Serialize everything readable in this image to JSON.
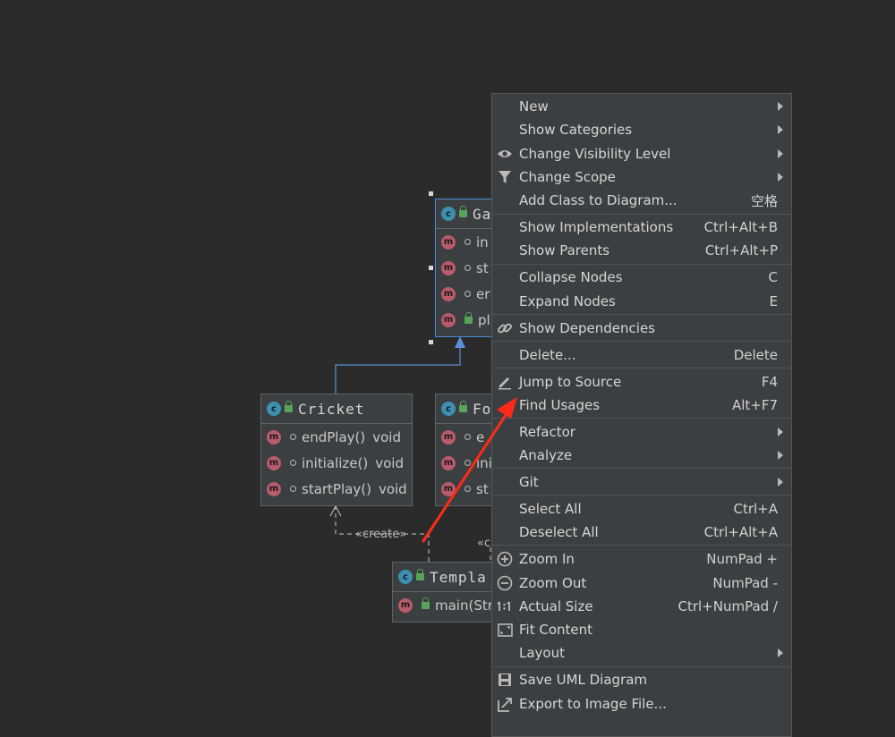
{
  "diagram": {
    "game": {
      "title": "Ga",
      "rows": [
        "in",
        "st",
        "er",
        "pl"
      ]
    },
    "cricket": {
      "title": "Cricket",
      "methods": [
        {
          "name": "endPlay()",
          "type": "void"
        },
        {
          "name": "initialize()",
          "type": "void"
        },
        {
          "name": "startPlay()",
          "type": "void"
        }
      ]
    },
    "football": {
      "title": "Fo",
      "rows": [
        "e",
        "ini",
        "st"
      ]
    },
    "template": {
      "title": "Templa",
      "method": "main(Str"
    },
    "create_label": "«create»",
    "create_label_2": "«c"
  },
  "menu": {
    "items": [
      {
        "label": "New",
        "shortcut": "",
        "submenu": true,
        "icon": ""
      },
      {
        "label": "Show Categories",
        "shortcut": "",
        "submenu": true,
        "icon": ""
      },
      {
        "label": "Change Visibility Level",
        "shortcut": "",
        "submenu": true,
        "icon": "eye-icon"
      },
      {
        "label": "Change Scope",
        "shortcut": "",
        "submenu": true,
        "icon": "filter-icon"
      },
      {
        "label": "Add Class to Diagram...",
        "shortcut": "空格",
        "submenu": false,
        "icon": ""
      },
      {
        "label": "Show Implementations",
        "shortcut": "Ctrl+Alt+B",
        "submenu": false,
        "icon": ""
      },
      {
        "label": "Show Parents",
        "shortcut": "Ctrl+Alt+P",
        "submenu": false,
        "icon": ""
      },
      {
        "label": "Collapse Nodes",
        "shortcut": "C",
        "submenu": false,
        "icon": ""
      },
      {
        "label": "Expand Nodes",
        "shortcut": "E",
        "submenu": false,
        "icon": ""
      },
      {
        "label": "Show Dependencies",
        "shortcut": "",
        "submenu": false,
        "icon": "link-icon"
      },
      {
        "label": "Delete...",
        "shortcut": "Delete",
        "submenu": false,
        "icon": ""
      },
      {
        "label": "Jump to Source",
        "shortcut": "F4",
        "submenu": false,
        "icon": "pencil-icon"
      },
      {
        "label": "Find Usages",
        "shortcut": "Alt+F7",
        "submenu": false,
        "icon": ""
      },
      {
        "label": "Refactor",
        "shortcut": "",
        "submenu": true,
        "icon": ""
      },
      {
        "label": "Analyze",
        "shortcut": "",
        "submenu": true,
        "icon": ""
      },
      {
        "label": "Git",
        "shortcut": "",
        "submenu": true,
        "icon": ""
      },
      {
        "label": "Select All",
        "shortcut": "Ctrl+A",
        "submenu": false,
        "icon": ""
      },
      {
        "label": "Deselect All",
        "shortcut": "Ctrl+Alt+A",
        "submenu": false,
        "icon": ""
      },
      {
        "label": "Zoom In",
        "shortcut": "NumPad +",
        "submenu": false,
        "icon": "zoom-in-icon"
      },
      {
        "label": "Zoom Out",
        "shortcut": "NumPad -",
        "submenu": false,
        "icon": "zoom-out-icon"
      },
      {
        "label": "Actual Size",
        "shortcut": "Ctrl+NumPad /",
        "submenu": false,
        "icon": "actual-size-icon"
      },
      {
        "label": "Fit Content",
        "shortcut": "",
        "submenu": false,
        "icon": "fit-content-icon"
      },
      {
        "label": "Layout",
        "shortcut": "",
        "submenu": true,
        "icon": ""
      },
      {
        "label": "Save UML Diagram",
        "shortcut": "",
        "submenu": false,
        "icon": "save-icon"
      },
      {
        "label": "Export to Image File...",
        "shortcut": "",
        "submenu": false,
        "icon": "export-icon"
      }
    ]
  },
  "annotation": {
    "arrow_color": "#ff2a1a"
  }
}
